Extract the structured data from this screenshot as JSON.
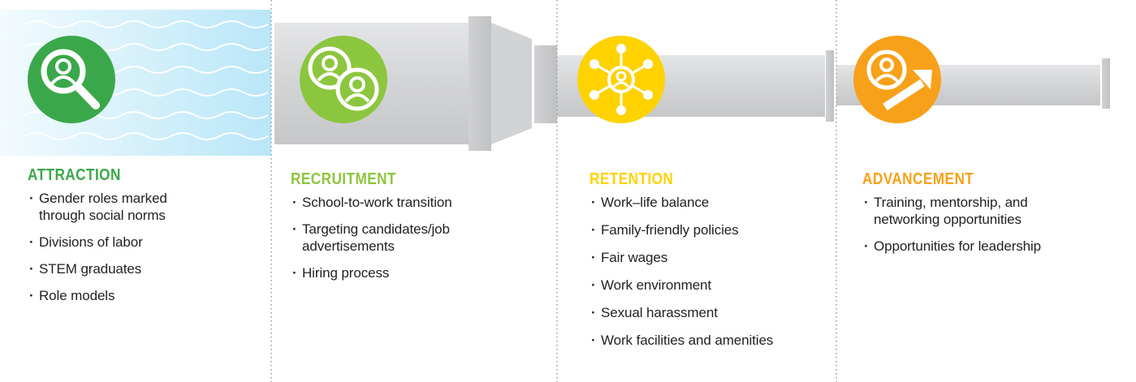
{
  "colors": {
    "attraction": "#3aa84a",
    "recruitment": "#8cc63e",
    "retention": "#ffd200",
    "advancement": "#f7a11a",
    "pipe": "#d6d7d9",
    "water": "#c8ecfa",
    "divider": "#9a9a9a"
  },
  "stages": [
    {
      "title": "ATTRACTION",
      "icon": "magnifier-person-icon",
      "items": [
        "Gender roles marked through social norms",
        "Divisions of labor",
        "STEM graduates",
        "Role models"
      ]
    },
    {
      "title": "RECRUITMENT",
      "icon": "two-people-icon",
      "items": [
        "School-to-work transition",
        "Targeting candidates/job advertisements",
        "Hiring process"
      ]
    },
    {
      "title": "RETENTION",
      "icon": "network-person-icon",
      "items": [
        "Work–life balance",
        "Family-friendly policies",
        "Fair wages",
        "Work environment",
        "Sexual harassment",
        "Work facilities and amenities"
      ]
    },
    {
      "title": "ADVANCEMENT",
      "icon": "person-growth-arrow-icon",
      "items": [
        "Training, mentorship, and networking opportunities",
        "Opportunities for leadership"
      ]
    }
  ]
}
